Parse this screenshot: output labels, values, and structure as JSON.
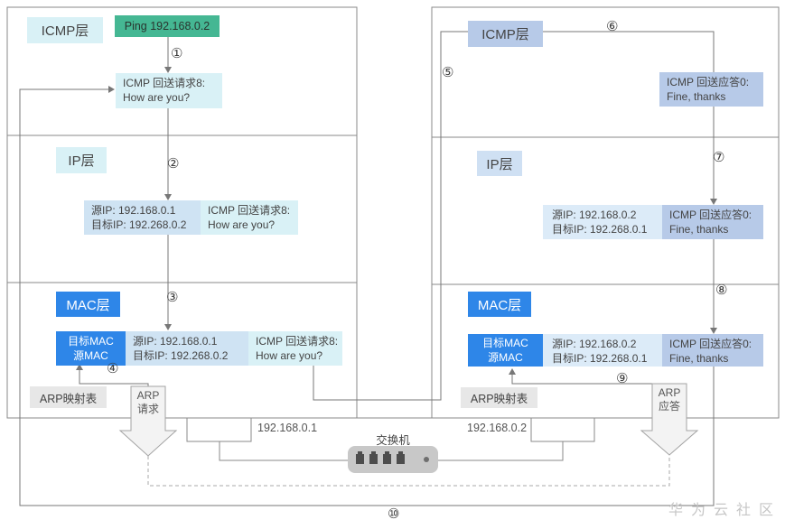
{
  "left": {
    "icmp_layer": "ICMP层",
    "ip_layer": "IP层",
    "mac_layer": "MAC层",
    "ping": "Ping 192.168.0.2",
    "icmp_msg1": "ICMP 回送请求8:",
    "icmp_msg2": "How are you?",
    "src_ip": "源IP: 192.168.0.1",
    "dst_ip": "目标IP: 192.268.0.2",
    "mac1": "目标MAC",
    "mac2": "源MAC",
    "arp_table": "ARP映射表",
    "arp1": "ARP",
    "arp2": "请求",
    "nic_ip": "192.168.0.1"
  },
  "right": {
    "icmp_layer": "ICMP层",
    "ip_layer": "IP层",
    "mac_layer": "MAC层",
    "icmp_msg1": "ICMP 回送应答0:",
    "icmp_msg2": "Fine, thanks",
    "src_ip": "源IP: 192.168.0.2",
    "dst_ip": "目标IP: 192.268.0.1",
    "mac1": "目标MAC",
    "mac2": "源MAC",
    "arp_table": "ARP映射表",
    "arp1": "ARP",
    "arp2": "应答",
    "nic_ip": "192.168.0.2"
  },
  "switch": {
    "label": "交换机"
  },
  "steps": {
    "s1": "①",
    "s2": "②",
    "s3": "③",
    "s4": "④",
    "s5": "⑤",
    "s6": "⑥",
    "s7": "⑦",
    "s8": "⑧",
    "s9": "⑨",
    "s10": "⑩"
  },
  "watermark": "华为云社区",
  "colors": {
    "accent_blue": "#2e86e8",
    "periwinkle": "#b7cae8",
    "light_blue": "#cfe3f3",
    "lighter_blue": "#dcebf8",
    "cyan": "#d9f1f6",
    "green": "#45b793",
    "gray_box": "#e7e7e7",
    "arrow_fill": "#f3f3f3",
    "line_gray": "#808080"
  }
}
